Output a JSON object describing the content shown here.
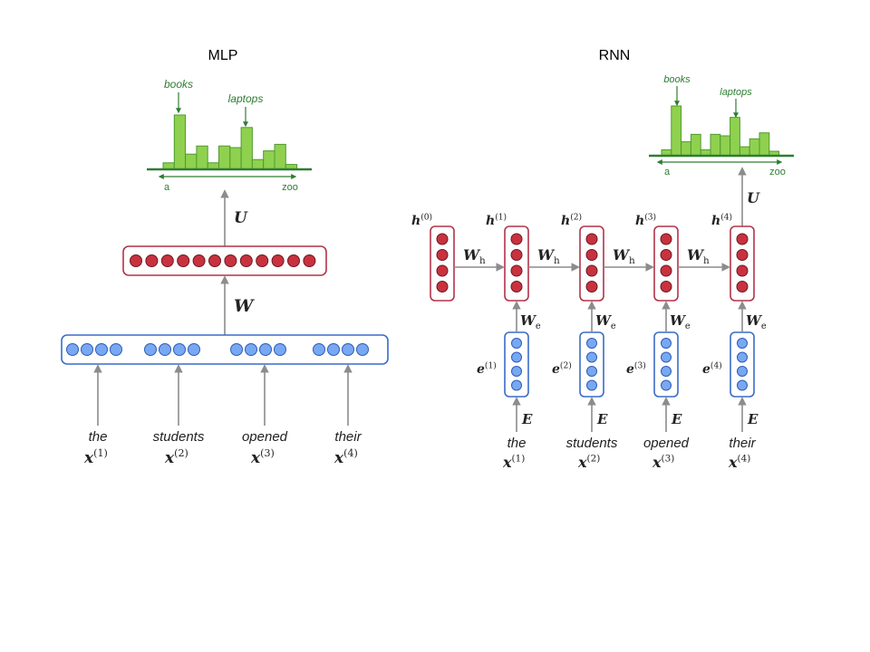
{
  "mlp": {
    "title": "MLP",
    "words": [
      "the",
      "students",
      "opened",
      "their"
    ],
    "inputs": [
      "x",
      "x",
      "x",
      "x"
    ],
    "input_sups": [
      "(1)",
      "(2)",
      "(3)",
      "(4)"
    ],
    "weight_w": "W",
    "weight_u": "U",
    "hist_labels": [
      "books",
      "laptops"
    ],
    "axis_start": "a",
    "axis_end": "zoo"
  },
  "rnn": {
    "title": "RNN",
    "words": [
      "the",
      "students",
      "opened",
      "their"
    ],
    "inputs": [
      "x",
      "x",
      "x",
      "x"
    ],
    "input_sups": [
      "(1)",
      "(2)",
      "(3)",
      "(4)"
    ],
    "hidden": [
      "h",
      "h",
      "h",
      "h",
      "h"
    ],
    "hidden_sups": [
      "(0)",
      "(1)",
      "(2)",
      "(3)",
      "(4)"
    ],
    "embed": [
      "e",
      "e",
      "e",
      "e"
    ],
    "embed_sups": [
      "(1)",
      "(2)",
      "(3)",
      "(4)"
    ],
    "wh": "W",
    "wh_sub": "h",
    "we": "W",
    "we_sub": "e",
    "emb_matrix": "E",
    "out_matrix": "U",
    "hist_labels": [
      "books",
      "laptops"
    ],
    "axis_start": "a",
    "axis_end": "zoo"
  },
  "histogram": {
    "relative_heights": [
      0.12,
      1.0,
      0.28,
      0.43,
      0.12,
      0.43,
      0.4,
      0.77,
      0.18,
      0.34,
      0.46,
      0.09
    ],
    "colors": {
      "bar_fill": "#8fd14f",
      "axis": "#2e7d32"
    }
  },
  "colors": {
    "hidden_dot": "#c8323f",
    "input_dot": "#79a8f2",
    "hidden_border": "#b2334a",
    "input_border": "#3a6cc8",
    "arrow": "#8c8c8c"
  }
}
